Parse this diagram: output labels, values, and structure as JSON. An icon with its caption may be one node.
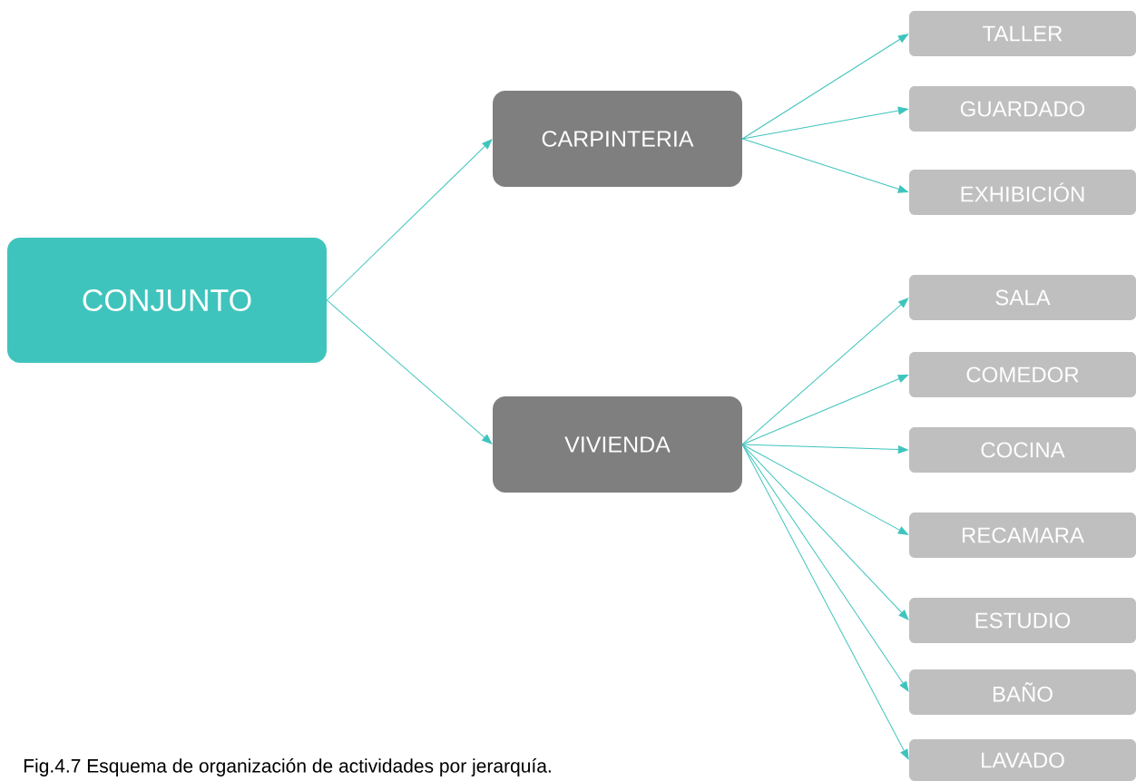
{
  "diagram": {
    "caption": "Fig.4.7  Esquema de organización de actividades por jerarquía.",
    "nodes": [
      {
        "text": [
          "CONJUNTO"
        ]
      },
      {
        "text": [
          "CARPINTERIA"
        ]
      },
      {
        "text": [
          "VIVIENDA"
        ]
      },
      {
        "text": [
          "TALLER"
        ]
      },
      {
        "text": [
          "GUARDADO"
        ]
      },
      {
        "text": [
          "EXHIBICIÓN"
        ]
      },
      {
        "text": [
          "SALA"
        ]
      },
      {
        "text": [
          "COMEDOR"
        ]
      },
      {
        "text": [
          "COCINA"
        ]
      },
      {
        "text": [
          "RECAMARA"
        ]
      },
      {
        "text": [
          "ESTUDIO"
        ]
      },
      {
        "text": [
          "BAÑO"
        ]
      },
      {
        "text": [
          "LAVADO"
        ]
      }
    ],
    "edges": [
      {
        "from": 0,
        "to": 1,
        "arrow": "to"
      },
      {
        "from": 0,
        "to": 2,
        "arrow": "to"
      },
      {
        "from": 1,
        "to": 3,
        "arrow": "to"
      },
      {
        "from": 1,
        "to": 4,
        "arrow": "to"
      },
      {
        "from": 1,
        "to": 5,
        "arrow": "to"
      },
      {
        "from": 2,
        "to": 6,
        "arrow": "to"
      },
      {
        "from": 2,
        "to": 7,
        "arrow": "to"
      },
      {
        "from": 2,
        "to": 8,
        "arrow": "to"
      },
      {
        "from": 2,
        "to": 9,
        "arrow": "to"
      },
      {
        "from": 2,
        "to": 10,
        "arrow": "to"
      },
      {
        "from": 2,
        "to": 11,
        "arrow": "to"
      },
      {
        "from": 2,
        "to": 12,
        "arrow": "to"
      }
    ]
  }
}
